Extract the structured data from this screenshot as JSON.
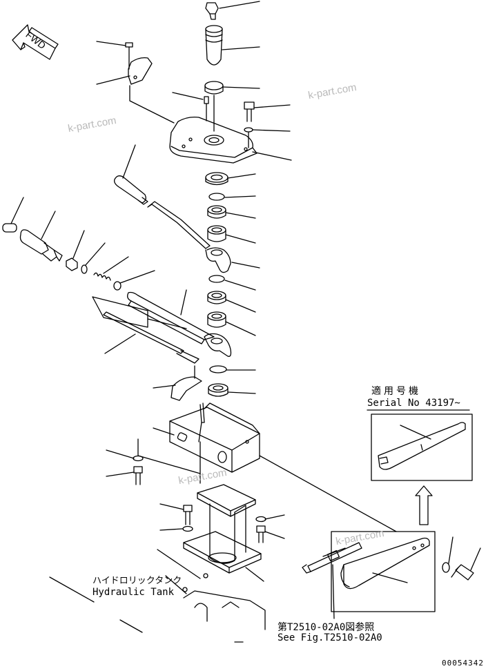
{
  "fwd": {
    "label": "FWD"
  },
  "watermark": "k-part.com",
  "callout": {
    "line1": "適用号機",
    "line2": "Serial No 43197~"
  },
  "hydraulic_tank": {
    "jp": "ハイドロリックタンク",
    "en": "Hydraulic Tank"
  },
  "see_fig": {
    "jp": "第T2510-02A0図参照",
    "en": "See Fig.T2510-02A0"
  },
  "doc_number": "00054342",
  "colors": {
    "line": "#000000",
    "watermark": "#b9b9b9",
    "background": "#ffffff"
  }
}
